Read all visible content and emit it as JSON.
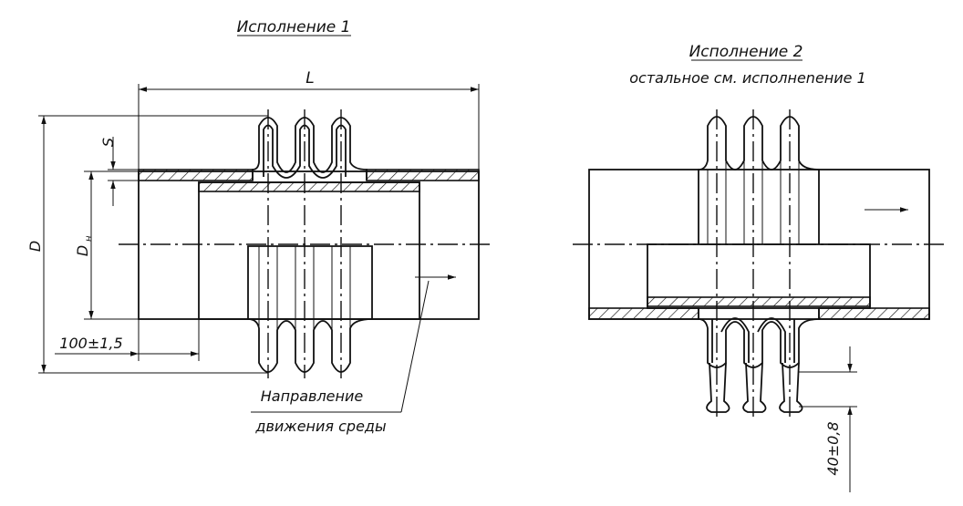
{
  "variant1": {
    "title": "Исполнение 1",
    "dim_length": "L",
    "dim_outer_diameter": "D",
    "dim_nominal_diameter": "D",
    "dim_nominal_subscript": "н",
    "dim_wall": "S",
    "dim_offset": "100±1,5",
    "flow_label_line1": "Направление",
    "flow_label_line2": "движения среды"
  },
  "variant2": {
    "title": "Исполнение 2",
    "subtitle": "остальное см. исполнеnение 1",
    "dim_tube": "40±0,8"
  },
  "colors": {
    "ink": "#111111",
    "paper": "#ffffff"
  }
}
